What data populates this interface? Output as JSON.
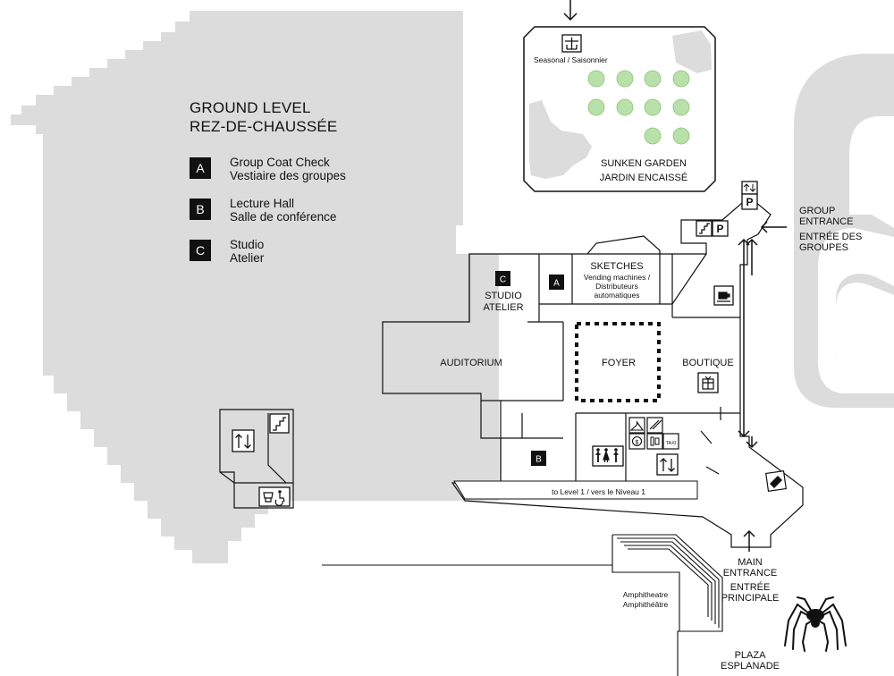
{
  "legend": {
    "title_line1": "GROUND LEVEL",
    "title_line2": "REZ-DE-CHAUSSÉE",
    "items": [
      {
        "key": "A",
        "en": "Group Coat Check",
        "fr": "Vestiaire des groupes"
      },
      {
        "key": "B",
        "en": "Lecture Hall",
        "fr": "Salle de conférence"
      },
      {
        "key": "C",
        "en": "Studio",
        "fr": "Atelier"
      }
    ]
  },
  "rooms": {
    "garden_season": "Seasonal / Saisonnier",
    "garden_en": "SUNKEN GARDEN",
    "garden_fr": "JARDIN ENCAISSÉ",
    "sketches": "SKETCHES",
    "vending_1": "Vending machines /",
    "vending_2": "Distributeurs",
    "vending_3": "automatiques",
    "studio_1": "STUDIO",
    "studio_2": "ATELIER",
    "auditorium": "AUDITORIUM",
    "foyer": "FOYER",
    "boutique": "BOUTIQUE",
    "amphi_1": "Amphitheatre",
    "amphi_2": "Amphithéâtre",
    "to_level": "to Level 1 / vers le Niveau 1",
    "key_a": "A",
    "key_b": "B",
    "key_c": "C",
    "parking": "P",
    "taxi": "TAXI"
  },
  "entrances": {
    "group_1": "GROUP",
    "group_2": "ENTRANCE",
    "group_3": "ENTRÉE DES",
    "group_4": "GROUPES",
    "main_1": "MAIN",
    "main_2": "ENTRANCE",
    "main_3": "ENTRÉE",
    "main_4": "PRINCIPALE",
    "plaza_1": "PLAZA",
    "plaza_2": "ESPLANADE"
  },
  "colors": {
    "building_gray": "#dcdcdd",
    "plan_line": "#111111",
    "tree_green": "#b8e0a8"
  },
  "icons": [
    "elevator-icon",
    "stairs-icon",
    "restroom-icon",
    "accessible-restroom-icon",
    "cafe-icon",
    "gift-icon",
    "coat-check-icon",
    "atm-icon",
    "phone-icon",
    "taxi-icon",
    "parking-icon",
    "ticket-icon",
    "terrace-icon",
    "spider-sculpture-icon"
  ]
}
